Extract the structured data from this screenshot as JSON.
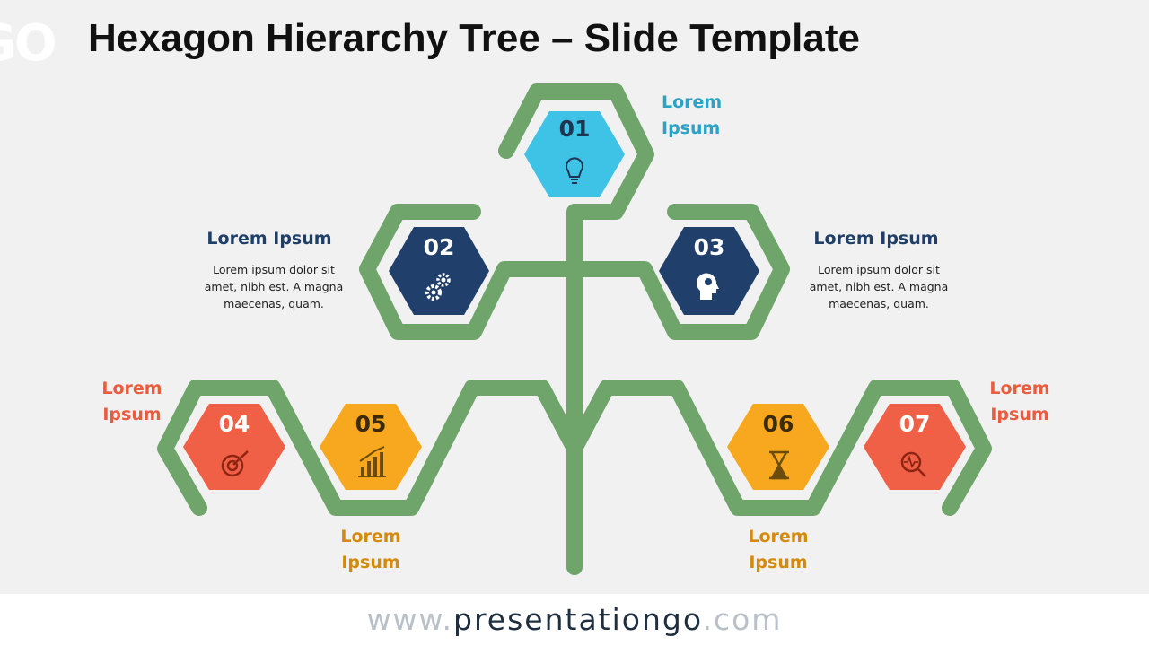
{
  "title": "Hexagon Hierarchy Tree – Slide Template",
  "logo_text": "GO",
  "colors": {
    "stem": "#6fa56b",
    "cyan": "#3ec3e6",
    "navy": "#20406b",
    "orange_red": "#f06046",
    "amber": "#f7a81e",
    "cyan_text": "#2ba3c7",
    "navy_text": "#1f3f66",
    "red_text": "#ea5c3f",
    "amber_text": "#d48a0c"
  },
  "nodes": [
    {
      "number": "01",
      "icon": "lightbulb-icon"
    },
    {
      "number": "02",
      "icon": "gears-icon"
    },
    {
      "number": "03",
      "icon": "head-idea-icon"
    },
    {
      "number": "04",
      "icon": "target-icon"
    },
    {
      "number": "05",
      "icon": "growth-chart-icon"
    },
    {
      "number": "06",
      "icon": "hourglass-icon"
    },
    {
      "number": "07",
      "icon": "magnifier-pulse-icon"
    }
  ],
  "labels": {
    "l01": {
      "line1": "Lorem",
      "line2": "Ipsum"
    },
    "l02": {
      "heading": "Lorem Ipsum",
      "body1": "Lorem ipsum dolor sit",
      "body2": "amet, nibh est. A magna",
      "body3": "maecenas, quam."
    },
    "l03": {
      "heading": "Lorem Ipsum",
      "body1": "Lorem ipsum dolor sit",
      "body2": "amet, nibh est. A magna",
      "body3": "maecenas, quam."
    },
    "l04": {
      "line1": "Lorem",
      "line2": "Ipsum"
    },
    "l05": {
      "line1": "Lorem",
      "line2": "Ipsum"
    },
    "l06": {
      "line1": "Lorem",
      "line2": "Ipsum"
    },
    "l07": {
      "line1": "Lorem",
      "line2": "Ipsum"
    }
  },
  "footer": {
    "prefix": "www.",
    "main": "presentationgo",
    "suffix": ".com"
  }
}
